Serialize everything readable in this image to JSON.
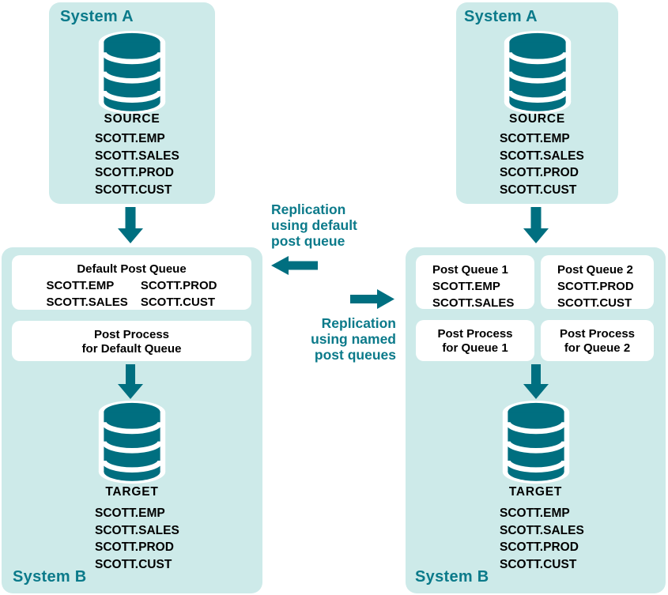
{
  "colors": {
    "teal_shapes": "#006F80",
    "teal_text": "#0B7A8A",
    "panel_background": "#CDEAE9",
    "box_background": "#FFFFFF",
    "text": "#000000"
  },
  "middle": {
    "replication_default": [
      "Replication",
      "using default",
      "post queue"
    ],
    "replication_named": [
      "Replication",
      "using named",
      "post queues"
    ]
  },
  "left": {
    "system_a": {
      "title": "System A",
      "db_label": "SOURCE",
      "tables": [
        "SCOTT.EMP",
        "SCOTT.SALES",
        "SCOTT.PROD",
        "SCOTT.CUST"
      ]
    },
    "system_b": {
      "title": "System B",
      "default_queue": {
        "title": "Default Post Queue",
        "col1": [
          "SCOTT.EMP",
          "SCOTT.SALES"
        ],
        "col2": [
          "SCOTT.PROD",
          "SCOTT.CUST"
        ]
      },
      "post_process": [
        "Post Process",
        "for Default Queue"
      ],
      "db_label": "TARGET",
      "tables": [
        "SCOTT.EMP",
        "SCOTT.SALES",
        "SCOTT.PROD",
        "SCOTT.CUST"
      ]
    }
  },
  "right": {
    "system_a": {
      "title": "System A",
      "db_label": "SOURCE",
      "tables": [
        "SCOTT.EMP",
        "SCOTT.SALES",
        "SCOTT.PROD",
        "SCOTT.CUST"
      ]
    },
    "system_b": {
      "title": "System B",
      "queue1": {
        "title": "Post Queue 1",
        "tables": [
          "SCOTT.EMP",
          "SCOTT.SALES"
        ]
      },
      "queue2": {
        "title": "Post Queue 2",
        "tables": [
          "SCOTT.PROD",
          "SCOTT.CUST"
        ]
      },
      "process1": [
        "Post Process",
        "for Queue 1"
      ],
      "process2": [
        "Post Process",
        "for Queue 2"
      ],
      "db_label": "TARGET",
      "tables": [
        "SCOTT.EMP",
        "SCOTT.SALES",
        "SCOTT.PROD",
        "SCOTT.CUST"
      ]
    }
  }
}
